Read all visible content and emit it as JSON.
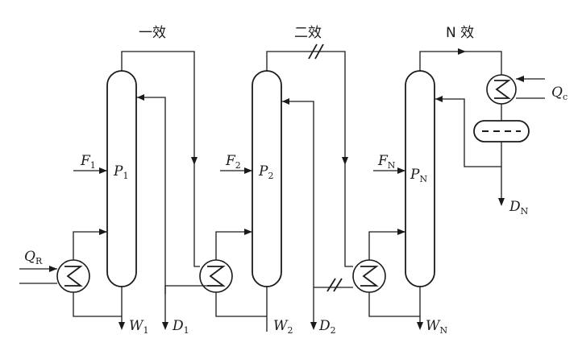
{
  "stages": {
    "first": "一效",
    "second": "二效",
    "last": "N 效"
  },
  "labels": {
    "QR": {
      "main": "Q",
      "sub": "R"
    },
    "Qc": {
      "main": "Q",
      "sub": "c"
    },
    "F1": {
      "main": "F",
      "sub": "1"
    },
    "F2": {
      "main": "F",
      "sub": "2"
    },
    "FN": {
      "main": "F",
      "sub": "N"
    },
    "P1": {
      "main": "P",
      "sub": "1"
    },
    "P2": {
      "main": "P",
      "sub": "2"
    },
    "PN": {
      "main": "P",
      "sub": "N"
    },
    "W1": {
      "main": "W",
      "sub": "1"
    },
    "W2": {
      "main": "W",
      "sub": "2"
    },
    "WN": {
      "main": "W",
      "sub": "N"
    },
    "D1": {
      "main": "D",
      "sub": "1"
    },
    "D2": {
      "main": "D",
      "sub": "2"
    },
    "DN": {
      "main": "D",
      "sub": "N"
    }
  }
}
